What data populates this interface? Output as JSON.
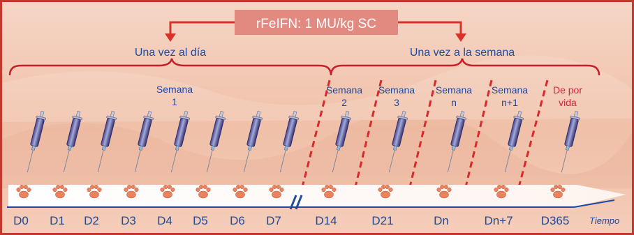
{
  "header": {
    "dose_label": "rFeIFN: 1 MU/kg SC"
  },
  "phases": {
    "daily": "Una vez al día",
    "weekly": "Una vez a la semana"
  },
  "periods": [
    {
      "lines": [
        "Semana",
        "1"
      ],
      "color": "#1f4aa0"
    },
    {
      "lines": [
        "Semana",
        "2"
      ],
      "color": "#1f4aa0"
    },
    {
      "lines": [
        "Semana",
        "3"
      ],
      "color": "#1f4aa0"
    },
    {
      "lines": [
        "Semana",
        "n"
      ],
      "color": "#1f4aa0"
    },
    {
      "lines": [
        "Semana",
        "n+1"
      ],
      "color": "#1f4aa0"
    },
    {
      "lines": [
        "De por",
        "vida"
      ],
      "color": "#d0243c"
    }
  ],
  "timeline": {
    "days": [
      "D0",
      "D1",
      "D2",
      "D3",
      "D4",
      "D5",
      "D6",
      "D7",
      "D14",
      "D21",
      "Dn",
      "Dn+7",
      "D365"
    ],
    "axis_label": "Tiempo"
  },
  "icons": {
    "injection": "syringe-icon",
    "marker": "paw-print-icon",
    "break": "axis-break-icon"
  },
  "colors": {
    "border": "#c23a2f",
    "background": "#f3c7b3",
    "dose_box": "#e28a80",
    "arrow": "#d6342a",
    "brace": "#c5202a",
    "separator": "#d82a2a",
    "text_blue": "#1f4aa0",
    "text_red": "#d0243c",
    "axis": "#1f4aa0"
  }
}
